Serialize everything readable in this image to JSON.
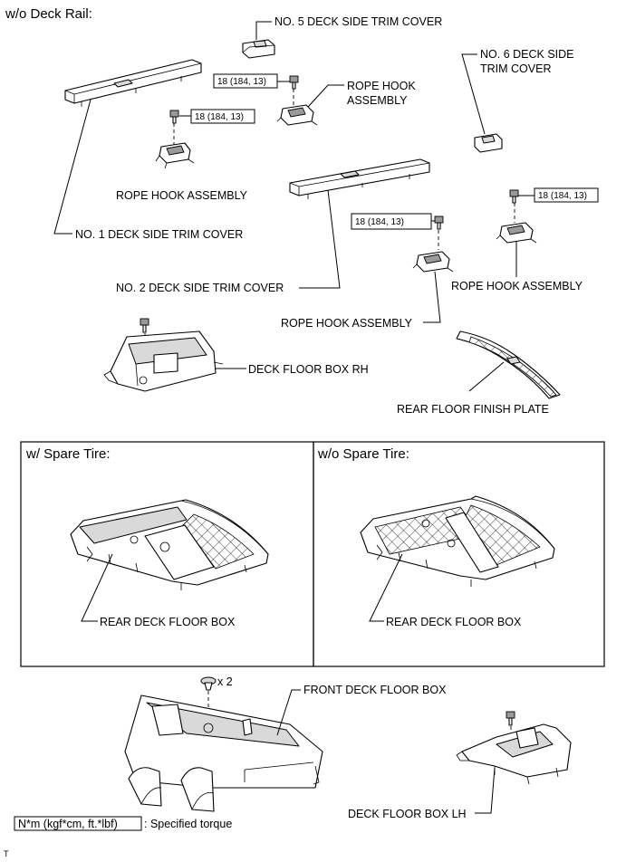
{
  "titles": {
    "top": "w/o Deck Rail:",
    "spare_tire": "w/ Spare Tire:",
    "no_spare_tire": "w/o Spare Tire:"
  },
  "labels": {
    "no5_cover": "NO. 5 DECK SIDE TRIM COVER",
    "no6_cover_line1": "NO. 6 DECK SIDE",
    "no6_cover_line2": "TRIM COVER",
    "rope_hook_top_line1": "ROPE HOOK",
    "rope_hook_top_line2": "ASSEMBLY",
    "rope_hook_left": "ROPE HOOK ASSEMBLY",
    "no1_cover": "NO. 1 DECK SIDE TRIM COVER",
    "no2_cover": "NO. 2 DECK SIDE TRIM COVER",
    "rope_hook_mid": "ROPE HOOK ASSEMBLY",
    "rope_hook_right": "ROPE HOOK ASSEMBLY",
    "deck_floor_box_rh": "DECK FLOOR BOX RH",
    "rear_floor_finish_plate": "REAR FLOOR FINISH PLATE",
    "rear_deck_floor_box_1": "REAR DECK FLOOR BOX",
    "rear_deck_floor_box_2": "REAR DECK FLOOR BOX",
    "clip_count": "x 2",
    "front_deck_floor_box": "FRONT DECK FLOOR BOX",
    "deck_floor_box_lh": "DECK FLOOR BOX LH"
  },
  "torques": {
    "t1": "18 (184, 13)",
    "t2": "18 (184, 13)",
    "t3": "18 (184, 13)",
    "t4": "18 (184, 13)"
  },
  "legend": {
    "unit": "N*m (kgf*cm, ft.*lbf)",
    "desc": ": Specified torque"
  },
  "footer": {
    "mark": "T"
  }
}
